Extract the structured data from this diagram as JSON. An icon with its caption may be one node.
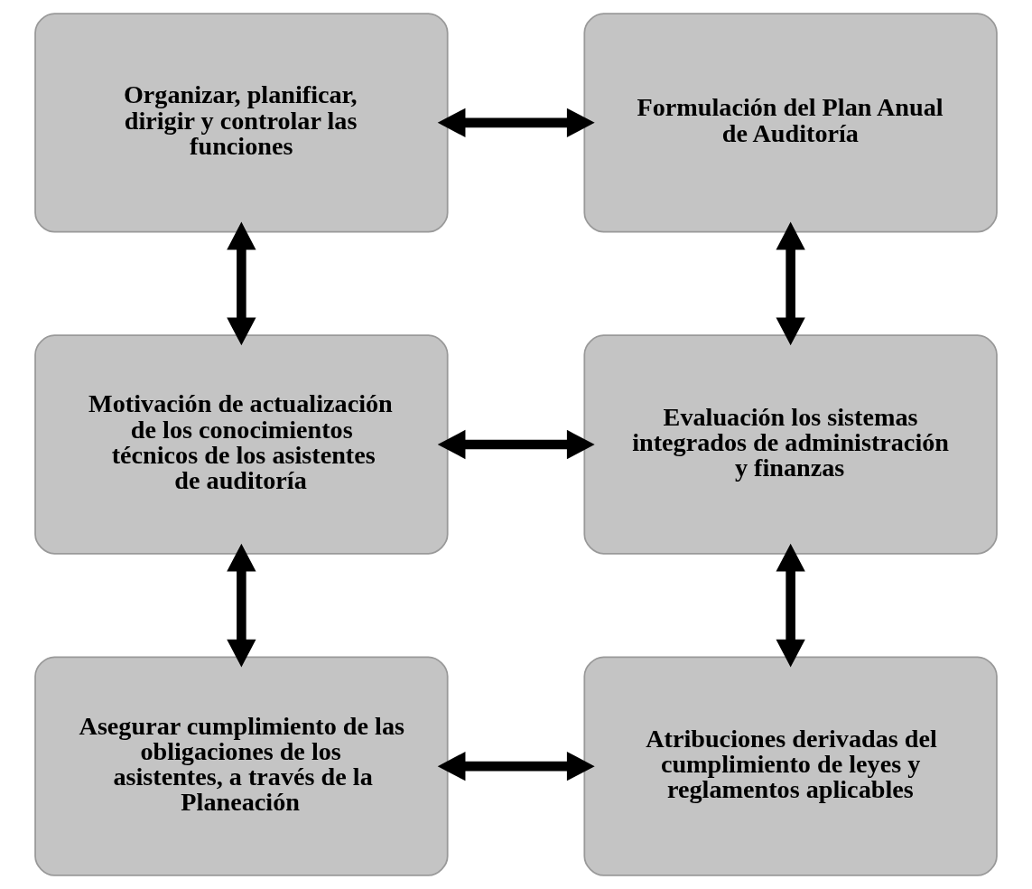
{
  "diagram": {
    "nodes": [
      {
        "text": [
          "Organizar, planificar, dirigir y controlar las funciones"
        ]
      },
      {
        "text": [
          "Formulación del Plan Anual de Auditoría"
        ]
      },
      {
        "text": [
          "Motivación de actualización de los conocimientos técnicos de los asistentes de auditoría"
        ]
      },
      {
        "text": [
          "Evaluación los sistemas integrados de administración y finanzas"
        ]
      },
      {
        "text": [
          "Asegurar cumplimiento de las obligaciones de los asistentes, a través de la Planeación"
        ]
      },
      {
        "text": [
          "Atribuciones derivadas del cumplimiento de leyes y reglamentos aplicables"
        ]
      }
    ],
    "edges": [
      {
        "from": 0,
        "to": 1,
        "arrow": "both"
      },
      {
        "from": 0,
        "to": 2,
        "arrow": "both"
      },
      {
        "from": 1,
        "to": 3,
        "arrow": "both"
      },
      {
        "from": 2,
        "to": 3,
        "arrow": "both"
      },
      {
        "from": 2,
        "to": 4,
        "arrow": "both"
      },
      {
        "from": 3,
        "to": 5,
        "arrow": "both"
      },
      {
        "from": 4,
        "to": 5,
        "arrow": "both"
      }
    ]
  }
}
